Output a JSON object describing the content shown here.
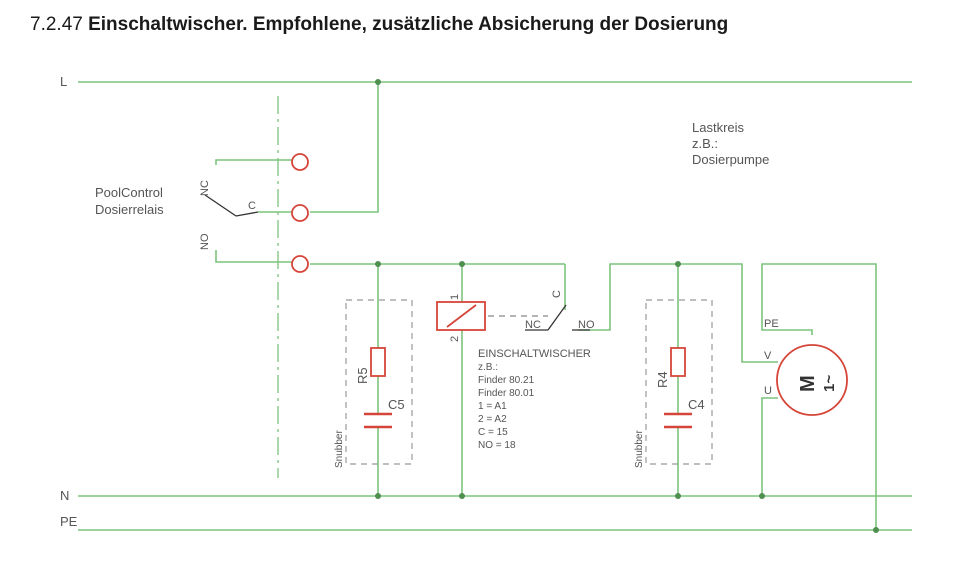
{
  "heading": {
    "number": "7.2.47",
    "title": "Einschaltwischer. Empfohlene, zusätzliche Absicherung der Dosierung"
  },
  "rails": {
    "l": "L",
    "n": "N",
    "pe": "PE"
  },
  "poolcontrol": {
    "line1": "PoolControl",
    "line2": "Dosierrelais",
    "nc": "NC",
    "c": "C",
    "no": "NO"
  },
  "load": {
    "line1": "Lastkreis",
    "line2": "z.B.:",
    "line3": "Dosierpumpe"
  },
  "relay": {
    "pin1": "1",
    "pin2": "2",
    "c": "C",
    "nc": "NC",
    "no": "NO"
  },
  "info": {
    "title": "EINSCHALTWISCHER",
    "lines": [
      "z.B.:",
      "Finder 80.21",
      "Finder 80.01",
      "1 = A1",
      "2 = A2",
      "C = 15",
      "NO = 18"
    ]
  },
  "snubber_left": {
    "r": "R5",
    "c": "C5",
    "label": "Snubber"
  },
  "snubber_right": {
    "r": "R4",
    "c": "C4",
    "label": "Snubber"
  },
  "motor": {
    "pe": "PE",
    "v": "V",
    "u": "U",
    "symbol": "M",
    "phase": "1~"
  },
  "colors": {
    "wire": "#7cc47c",
    "component": "#d6453a",
    "text": "#555555",
    "dashed": "#999999"
  }
}
